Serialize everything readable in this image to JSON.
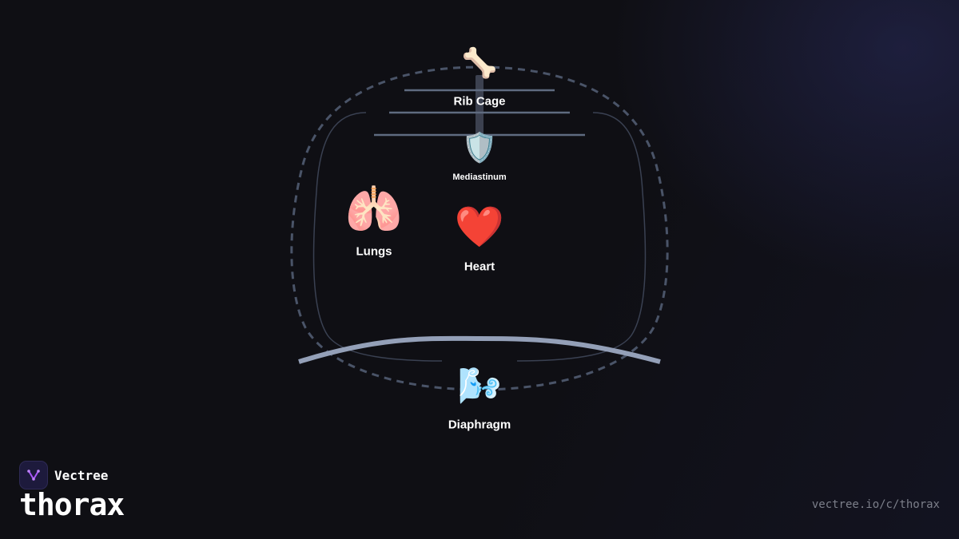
{
  "brand": {
    "name": "Vectree",
    "logo_icon": "vectree-logo-icon",
    "accent": "#a855f7"
  },
  "title": "thorax",
  "url": "vectree.io/c/thorax",
  "colors": {
    "outline": "#4a5468",
    "inner_outline": "#3a4152",
    "rib": "#5f6b80",
    "diaphragm": "#94a0b8",
    "spine": "#3c4150"
  },
  "nodes": {
    "ribcage": {
      "icon": "bone-icon",
      "glyph": "🦴",
      "label": "Rib Cage"
    },
    "mediastinum": {
      "icon": "shield-icon",
      "glyph": "🛡️",
      "label": "Mediastinum"
    },
    "lungs": {
      "icon": "lungs-icon",
      "glyph": "🫁",
      "label": "Lungs"
    },
    "heart": {
      "icon": "heart-icon",
      "glyph": "❤️",
      "label": "Heart"
    },
    "diaphragm": {
      "icon": "wind-icon",
      "glyph": "🌬️",
      "label": "Diaphragm"
    }
  }
}
